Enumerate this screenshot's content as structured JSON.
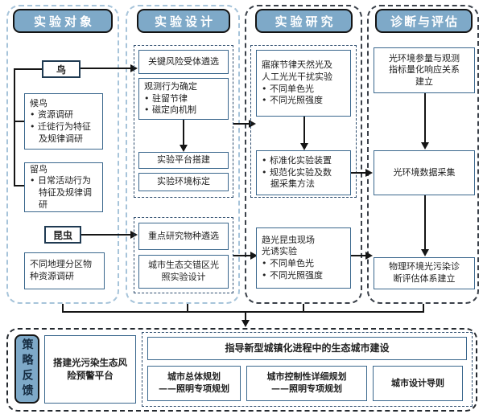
{
  "colors": {
    "header_fill": "#7EA9C8",
    "header_text": "#FFFFFF",
    "box_border": "#3A678D",
    "light_dash": "#A7C4DA",
    "dark_dash": "#3A4049",
    "group_dash": "#2E4D6E",
    "line": "#151515"
  },
  "col1": {
    "header": "实验对象",
    "bird": "鸟",
    "migratory": "候鸟\n• 资源调研\n• 迁徙行为特征\n　及规律调研",
    "resident": "留鸟\n• 日常活动行为\n　特征及规律调\n　研",
    "insect": "昆虫",
    "species_survey": "不同地理分区物\n种资源调研"
  },
  "col2": {
    "header": "实验设计",
    "risk_receptor": "关键风险受体遴选",
    "observation": "观测行为确定\n• 驻留节律\n• 磁定向机制",
    "platform": "实验平台搭建",
    "calibration": "实验环境标定",
    "species_selection": "重点研究物种遴选",
    "ecotone_design": "城市生态交错区光\n照实验设计"
  },
  "col3": {
    "header": "实验研究",
    "rhythm_experiment": "寤寐节律天然光及\n人工光光干扰实验\n• 不同单色光\n• 不同光照强度",
    "standardization": "• 标准化实验装置\n• 规范化实验及数\n　据采集方法",
    "phototaxis": "趋光昆虫现场\n光诱实验\n• 不同单色光\n• 不同光照强度"
  },
  "col4": {
    "header": "诊断与评估",
    "response_relation": "光环境参量与观测\n指标量化响应关系\n建立",
    "data_collection": "光环境数据采集",
    "assessment_system": "物理环境光污染诊\n断评估体系建立"
  },
  "feedback": {
    "label": "策略反馈",
    "warning_platform": "搭建光污染生态风\n险预警平台",
    "guide_title": "指导新型城镇化进程中的生态城市建设",
    "master_plan": "城市总体规划\n——照明专项规划",
    "detailed_plan": "城市控制性详细规划\n——照明专项规划",
    "design_guideline": "城市设计导则"
  }
}
